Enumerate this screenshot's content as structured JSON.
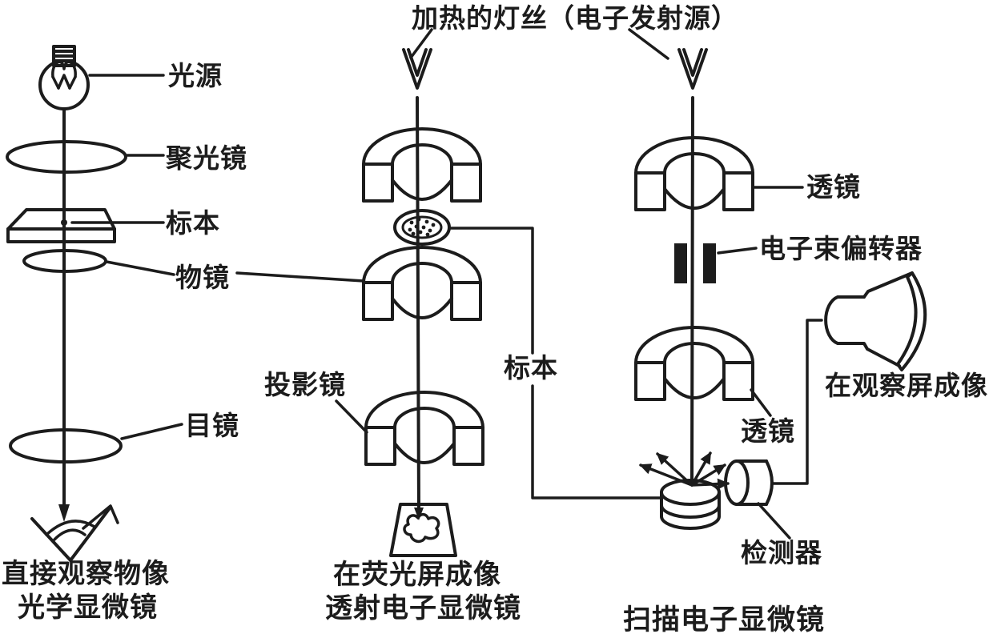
{
  "page": {
    "background": "#ffffff",
    "ink": "#1c1c1c"
  },
  "electron_source_label": "加热的灯丝（电子发射源）",
  "optical_microscope": {
    "light_source": "光源",
    "condenser_lens": "聚光镜",
    "specimen": "标本",
    "objective_lens": "物镜",
    "eyepiece": "目镜",
    "caption_line1": "直接观察物像",
    "caption_line2": "光学显微镜"
  },
  "transmission_microscope": {
    "projection_lens": "投影镜",
    "specimen": "标本",
    "caption_line1": "在荧光屏成像",
    "caption_line2": "透射电子显微镜"
  },
  "scanning_microscope": {
    "lens_upper": "透镜",
    "beam_deflector": "电子束偏转器",
    "lens_lower": "透镜",
    "screen_caption": "在观察屏成像",
    "detector": "检测器",
    "caption": "扫描电子显微镜"
  }
}
